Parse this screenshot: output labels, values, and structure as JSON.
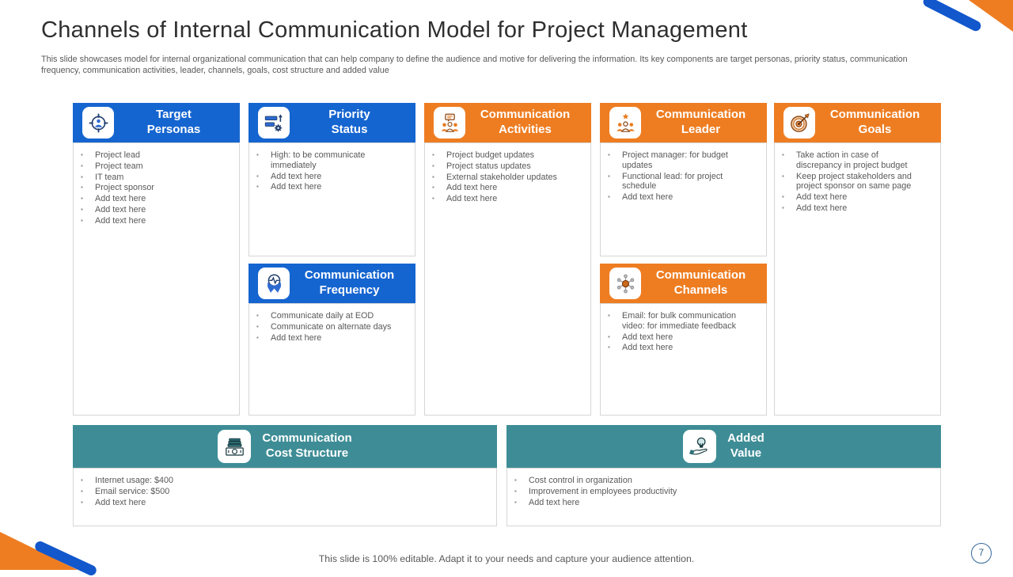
{
  "slide": {
    "title": "Channels of Internal Communication Model for Project Management",
    "subtitle": "This slide showcases model for internal organizational communication that can help company to define the audience and motive for delivering the information. Its key components are target personas, priority status, communication frequency, communication activities, leader, channels, goals, cost structure and added value",
    "footer": "This slide is 100% editable. Adapt it to your needs and capture your audience attention.",
    "page_number": "7"
  },
  "colors": {
    "blue": "#1565d0",
    "orange": "#ee7d22",
    "teal": "#3e8d96",
    "body_text": "#595959",
    "card_border": "#d6d6d6"
  },
  "icons": {
    "target_personas": "person-in-crosshair-target",
    "priority_status": "bars-with-arrow-and-gear",
    "communication_frequency": "pulse-circle-over-ribbon-badge",
    "communication_activities": "people-group-with-speech-bubble",
    "communication_leader": "people-group-with-star",
    "communication_goals": "dartboard-with-dart",
    "communication_channels": "hub-and-spoke-network",
    "cost_structure": "stack-of-banknotes",
    "added_value": "hand-holding-lightbulb"
  },
  "cards": [
    {
      "title": "Target\nPersonas",
      "color": "blue",
      "bullets": [
        "Project lead",
        "Project team",
        "IT team",
        "Project sponsor",
        "Add text here",
        "Add text here",
        "Add text here"
      ]
    },
    {
      "title": "Priority\nStatus",
      "color": "blue",
      "bullets": [
        "High: to be communicate\nimmediately",
        "Add text here",
        "Add text here"
      ]
    },
    {
      "title": "Communication\nFrequency",
      "color": "blue",
      "bullets": [
        "Communicate daily at EOD",
        "Communicate on alternate days",
        "Add text here"
      ]
    },
    {
      "title": "Communication\nActivities",
      "color": "orange",
      "bullets": [
        "Project budget updates",
        "Project status updates",
        "External stakeholder updates",
        "Add text here",
        "Add text here"
      ]
    },
    {
      "title": "Communication\nLeader",
      "color": "orange",
      "bullets": [
        "Project manager:  for budget updates",
        "Functional lead:  for project schedule",
        "Add text here"
      ]
    },
    {
      "title": "Communication\nChannels",
      "color": "orange",
      "bullets": [
        "Email:  for bulk communication\nvideo:  for immediate feedback",
        "Add text here",
        "Add text here"
      ]
    },
    {
      "title": "Communication\nGoals",
      "color": "orange",
      "bullets": [
        "Take action in case of\ndiscrepancy in project budget",
        "Keep project stakeholders and\nproject sponsor on same page",
        "Add text here",
        "Add text here"
      ]
    },
    {
      "title": "Communication\nCost Structure",
      "color": "teal",
      "bullets": [
        "Internet usage: $400",
        "Email service: $500",
        "Add text here"
      ]
    },
    {
      "title": "Added\nValue",
      "color": "teal",
      "bullets": [
        "Cost control in organization",
        "Improvement in employees productivity",
        "Add text here"
      ]
    }
  ]
}
